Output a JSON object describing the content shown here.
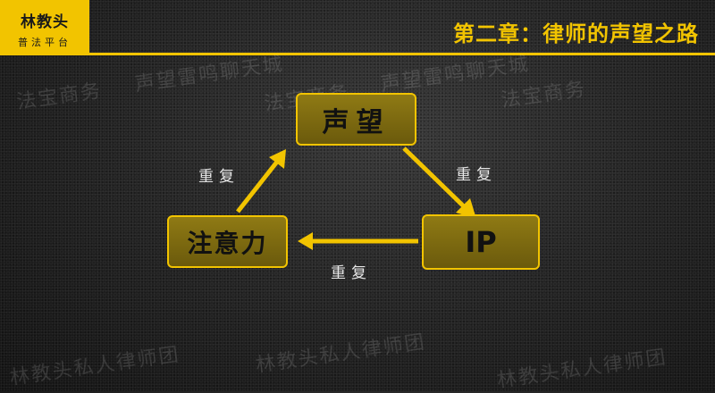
{
  "logo": {
    "brand": "林教头",
    "sub": "普法平台"
  },
  "title": "第二章：律师的声望之路",
  "watermarks": [
    "法宝商务",
    "声望雷鸣聊天城",
    "法宝商务",
    "林教头私人律师团",
    "林教头私人律师团",
    "林教头私人律师团",
    "法宝商务",
    "声望雷鸣聊天城"
  ],
  "nodes": {
    "top": "声望",
    "right": "IP",
    "left": "注意力"
  },
  "edges": {
    "top_right": "重复",
    "right_left": "重复",
    "left_top": "重复"
  },
  "colors": {
    "accent": "#f2c400",
    "node_fill": "#7a6610",
    "background": "#232323"
  }
}
